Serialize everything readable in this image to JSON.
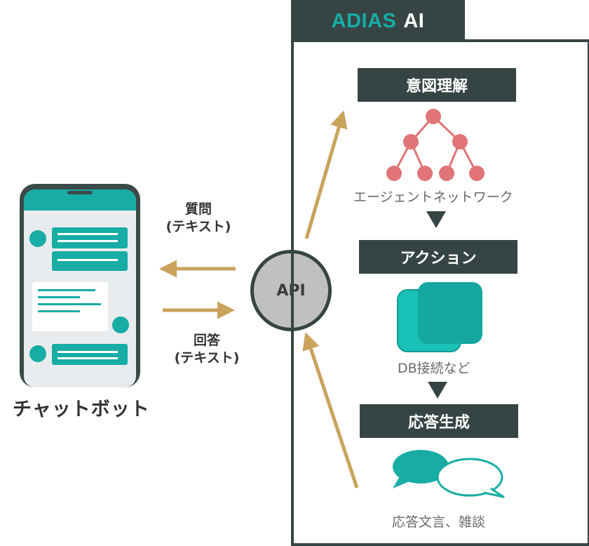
{
  "chatbot": {
    "label": "チャットボット"
  },
  "flows": {
    "question": {
      "line1": "質問",
      "line2": "(テキスト)"
    },
    "answer": {
      "line1": "回答",
      "line2": "(テキスト)"
    }
  },
  "api": {
    "label": "API"
  },
  "adias": {
    "brand": "ADIAS",
    "suffix": "AI",
    "stages": [
      {
        "title": "意図理解",
        "caption": "エージェントネットワーク",
        "icon": "network-tree-icon"
      },
      {
        "title": "アクション",
        "caption": "DB接続など",
        "icon": "stacked-squares-icon"
      },
      {
        "title": "応答生成",
        "caption": "応答文言、雑談",
        "icon": "speech-bubbles-icon"
      }
    ]
  },
  "colors": {
    "dark": "#364544",
    "teal": "#17ada5",
    "arrow": "#c9a35c",
    "node": "#e07478",
    "api_fill": "#c0c0c0"
  }
}
